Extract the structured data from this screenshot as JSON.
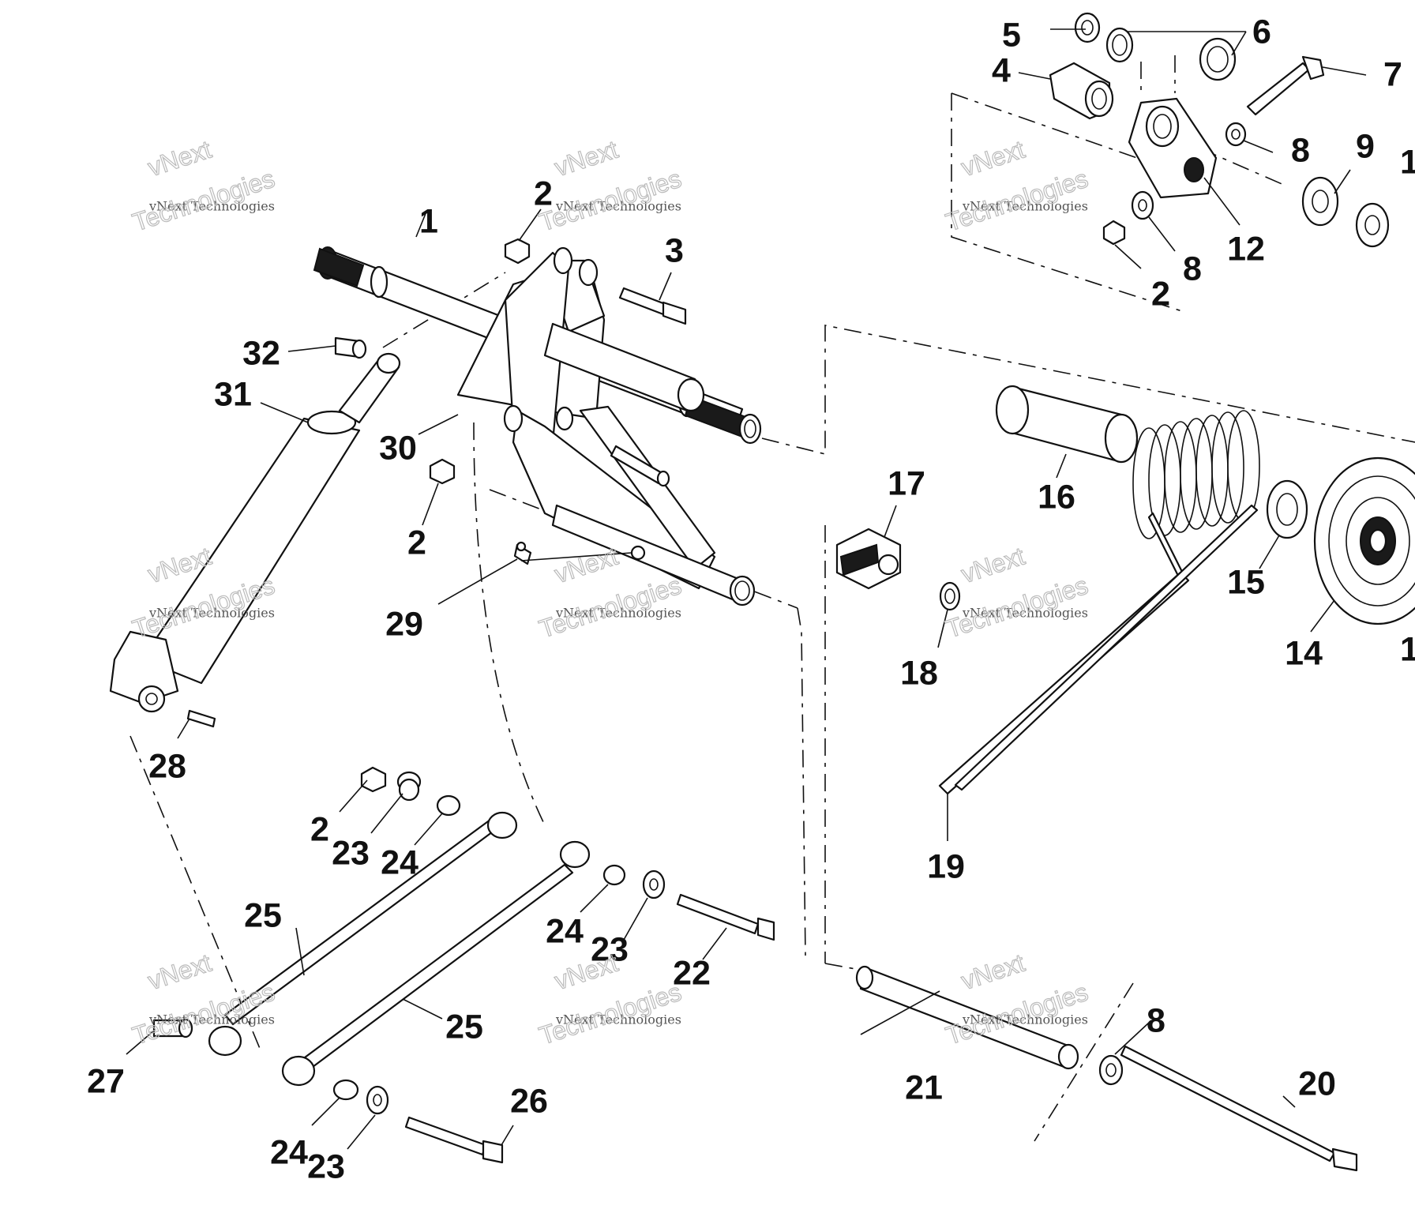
{
  "diagram": {
    "type": "exploded parts diagram",
    "watermark_lines": [
      "vNext",
      "vNext Technologies",
      "Technologies"
    ],
    "callouts": [
      "1",
      "2",
      "2",
      "2",
      "2",
      "3",
      "4",
      "5",
      "6",
      "7",
      "8",
      "8",
      "8",
      "9",
      "1",
      "12",
      "2",
      "14",
      "15",
      "16",
      "17",
      "18",
      "19",
      "20",
      "21",
      "22",
      "23",
      "23",
      "23",
      "24",
      "24",
      "24",
      "25",
      "25",
      "26",
      "27",
      "28",
      "29",
      "30",
      "31",
      "32",
      "1"
    ]
  }
}
